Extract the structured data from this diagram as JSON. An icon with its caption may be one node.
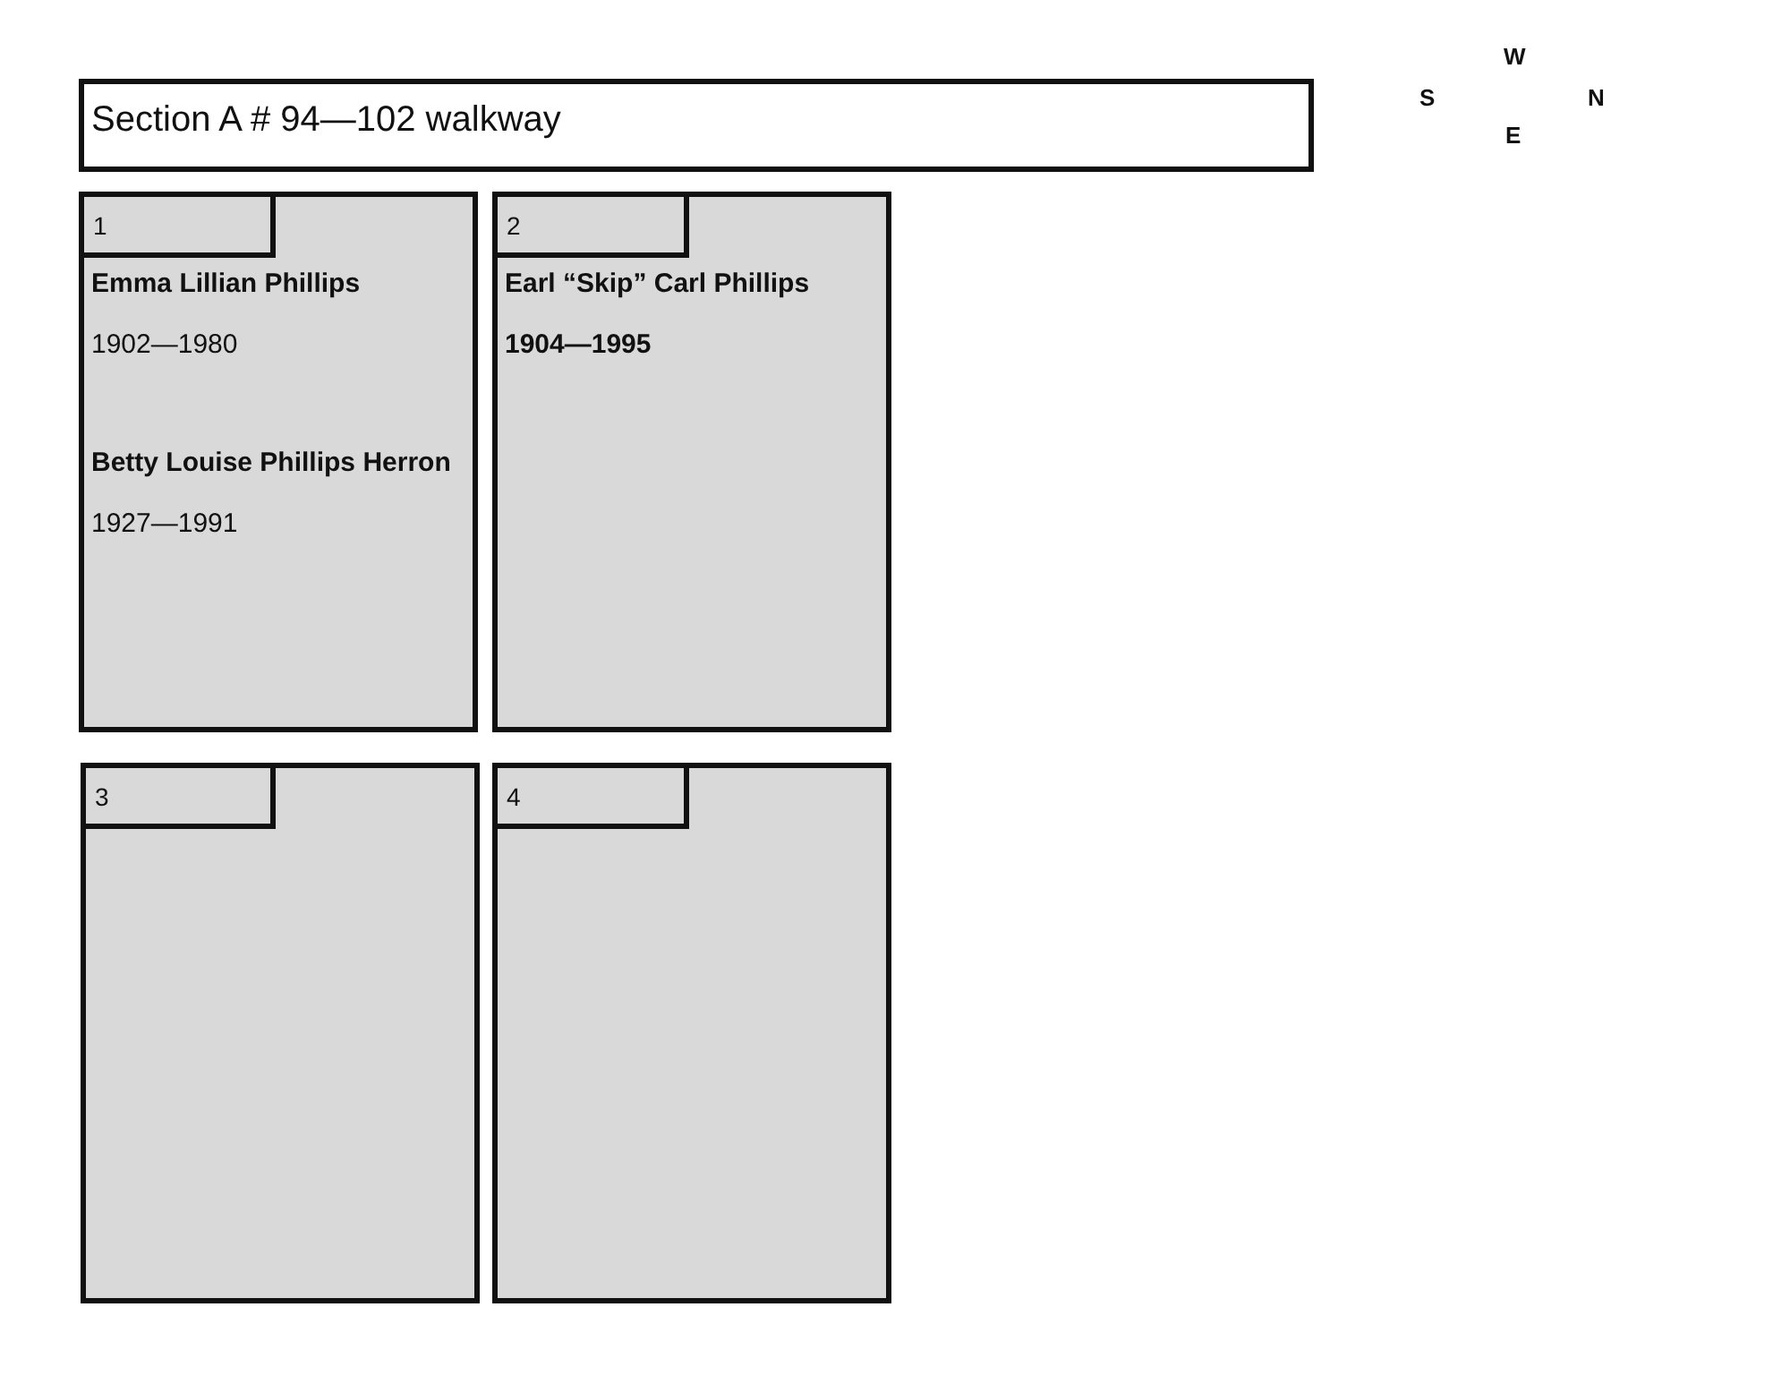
{
  "diagram": {
    "nodes": [
      {
        "text": [
          "Section A # 94—102 walkway"
        ]
      },
      {
        "text": [
          "Emma Lillian Phillips",
          "1902—1980",
          "Betty Louise Phillips Herron",
          "1927—1991"
        ]
      },
      {
        "text": [
          "1"
        ],
        "in": 1
      },
      {
        "text": [
          "Earl “Skip” Carl Phillips",
          "1904—1995"
        ]
      },
      {
        "text": [
          "2"
        ],
        "in": 3
      },
      {
        "text": [],
        "shape": "box"
      },
      {
        "text": [
          "3"
        ],
        "in": 5
      },
      {
        "text": [],
        "shape": "box"
      },
      {
        "text": [
          "4"
        ],
        "in": 7
      }
    ],
    "labels": [
      "W",
      "S",
      "N",
      "E"
    ]
  }
}
